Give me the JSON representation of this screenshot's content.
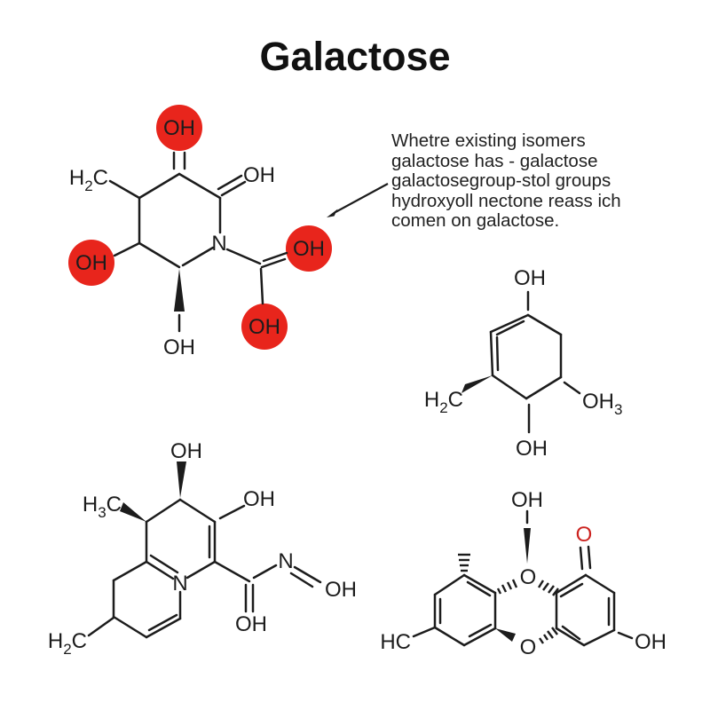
{
  "title": "Galactose",
  "annotation": {
    "lines": [
      "Whetre existing isomers",
      "galactose has - galactose",
      "galactosegroup-stol groups",
      "hydroxyoll nectone reass ich",
      "comen on galactose."
    ]
  },
  "colors": {
    "highlight_circle": "#e8251c",
    "oxygen_label": "#cc2320",
    "ink": "#1c1c1c"
  },
  "structures": {
    "s1": {
      "h2c": {
        "pre": "H",
        "sub": "2",
        "post": "C"
      },
      "oh_circle_top": "OH",
      "oh_double_right": "OH",
      "n": "N",
      "oh_circle_left": "OH",
      "oh_bottom": "OH",
      "oh_circle_carboxyl": "OH",
      "oh_circle_lower": "OH"
    },
    "s2": {
      "oh_top": "OH",
      "h2c": {
        "pre": "H",
        "sub": "2",
        "post": "C"
      },
      "oh3": {
        "pre": "OH",
        "sub": "3"
      },
      "oh_bottom": "OH"
    },
    "s3": {
      "oh_top": "OH",
      "h3c": {
        "pre": "H",
        "sub": "3",
        "post": "C"
      },
      "oh_right": "OH",
      "n_ring": "N",
      "h2c": {
        "pre": "H",
        "sub": "2",
        "post": "C"
      },
      "oh_carbonyl": "OH",
      "n_oxime": "N",
      "oh_oxime": "OH"
    },
    "s4": {
      "hc": "HC",
      "oh_top": "OH",
      "o_top": "O",
      "o_bottom": "O",
      "o_ketone": "O",
      "oh_right": "OH"
    }
  }
}
